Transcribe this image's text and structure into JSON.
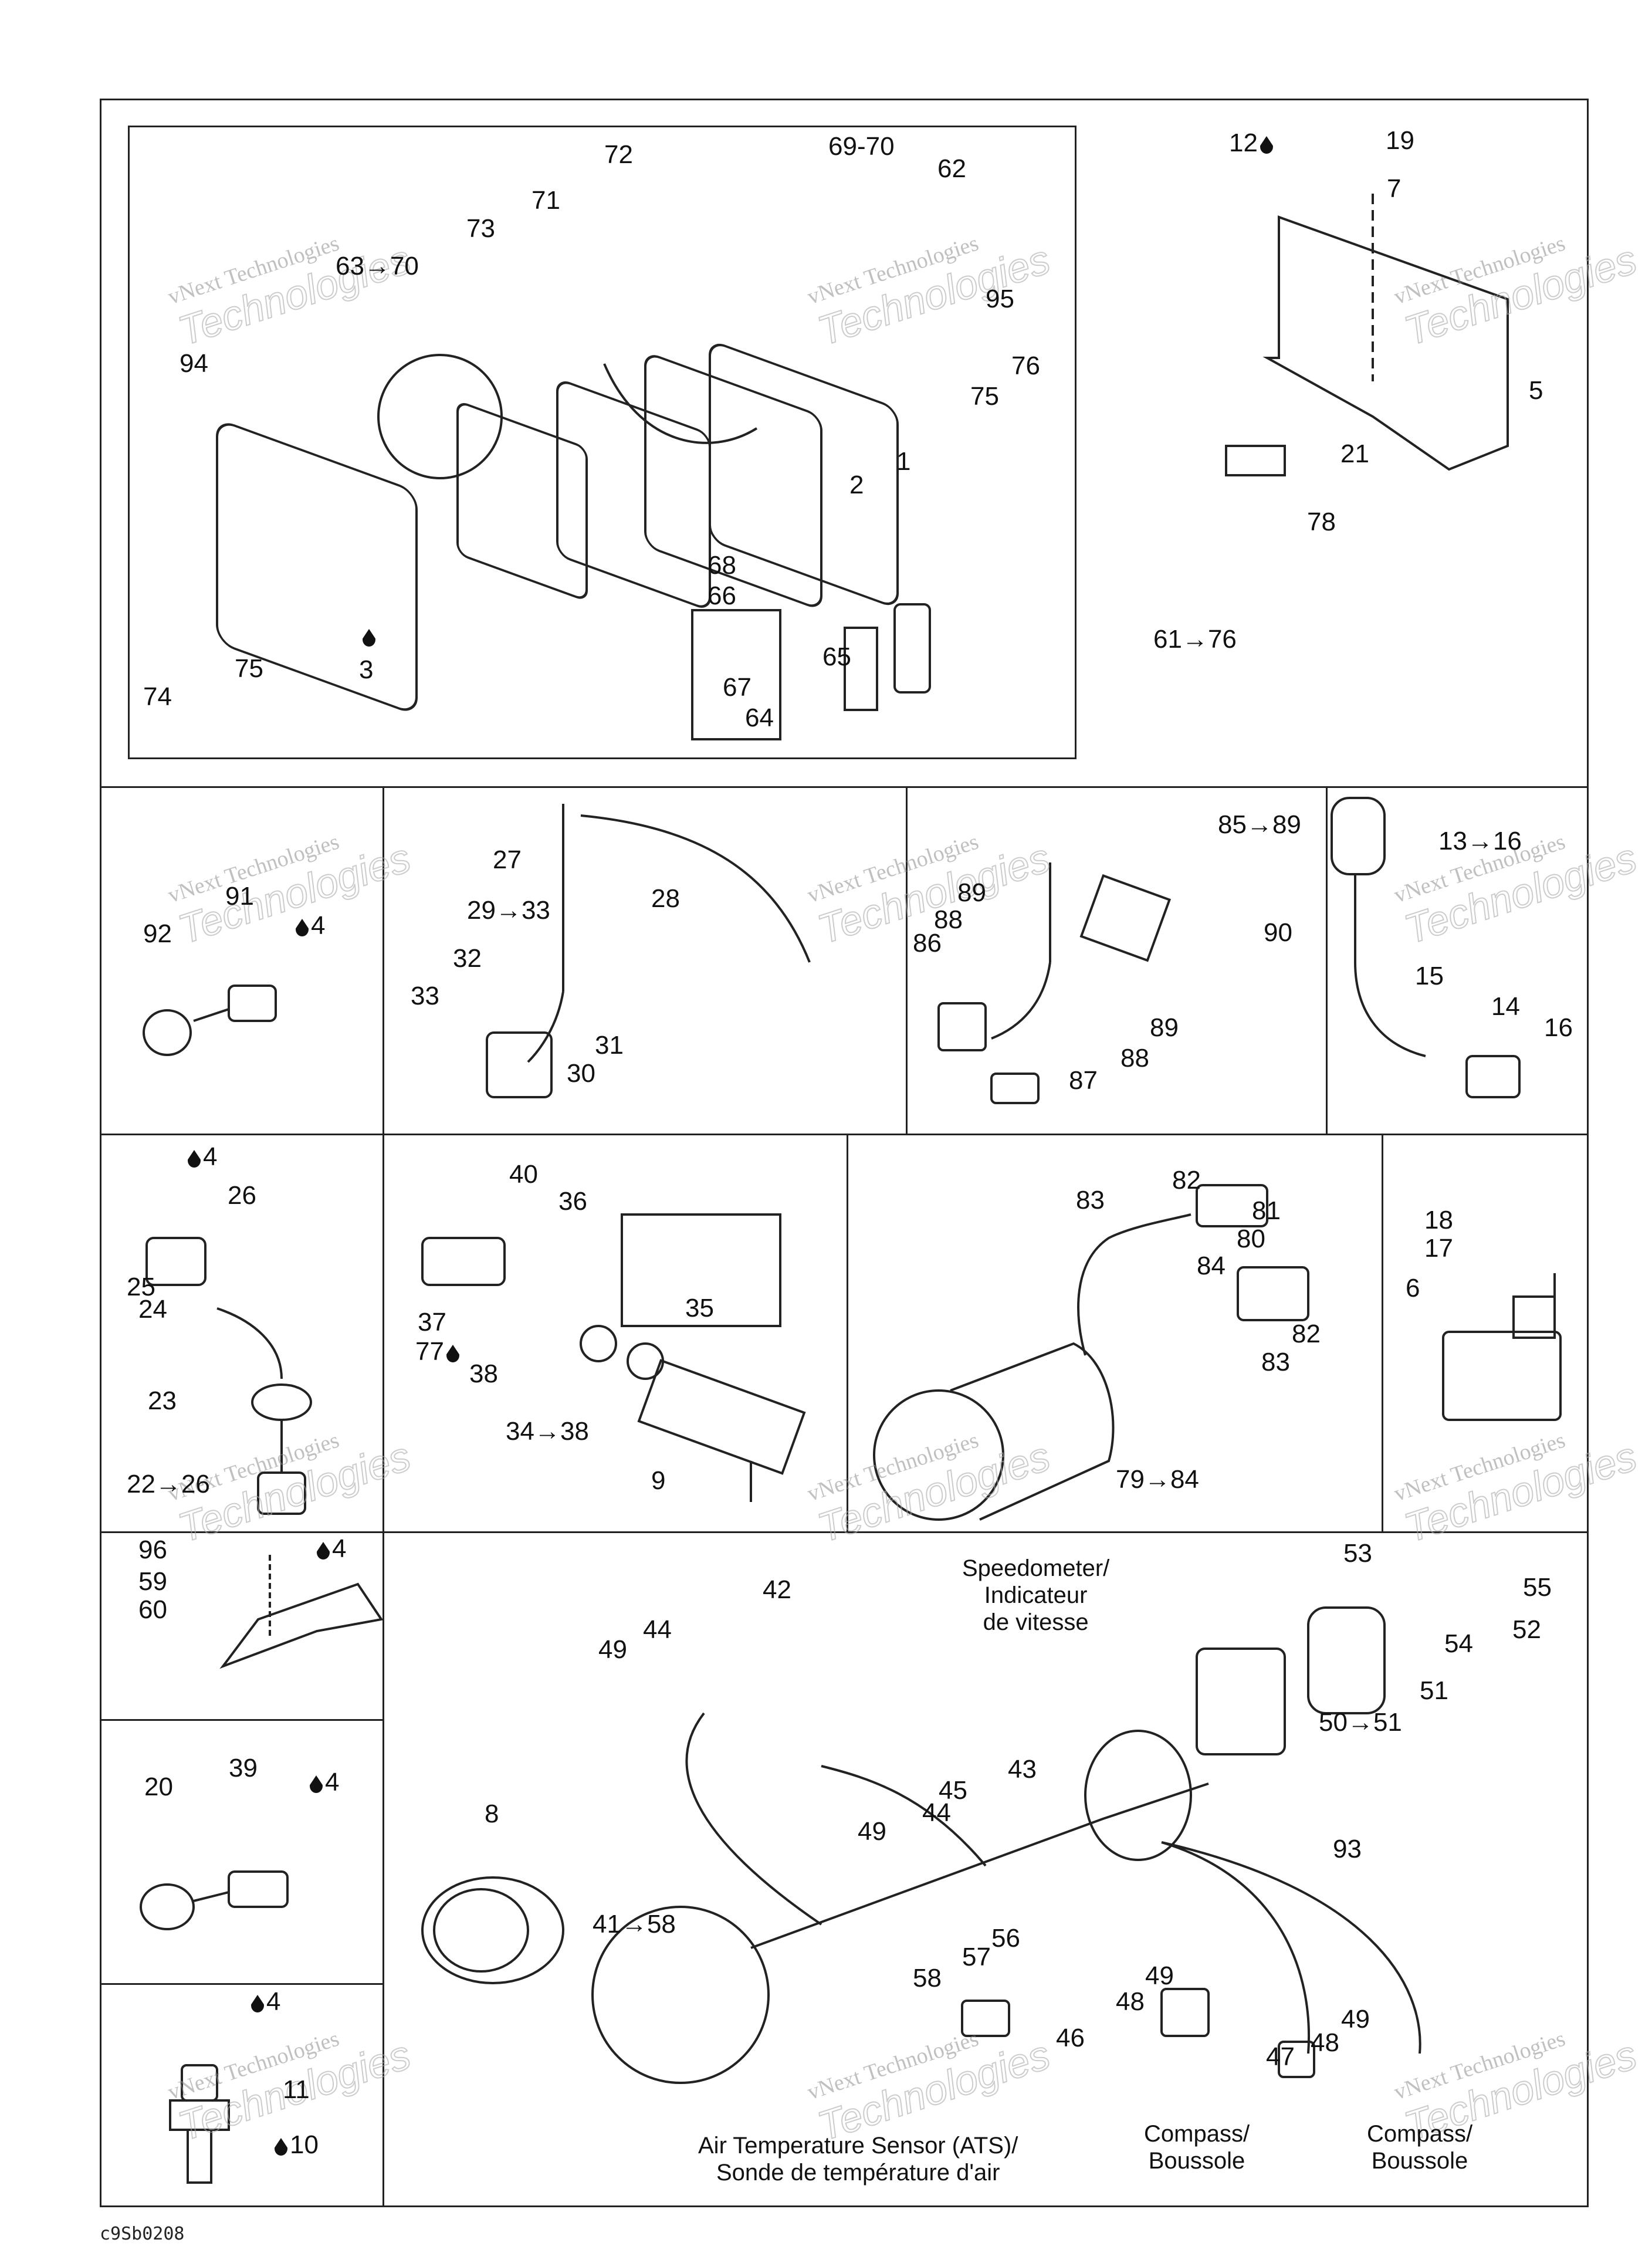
{
  "document": {
    "type": "exploded-parts-diagram",
    "footer_code": "c9Sb0208",
    "watermark": {
      "line1": "vNext Technologies",
      "line2": "Technologies"
    }
  },
  "panels": {
    "main_module": {
      "labels": [
        "72",
        "69-70",
        "62",
        "71",
        "73",
        "63→70",
        "95",
        "76",
        "75",
        "94",
        "1",
        "2",
        "68",
        "66",
        "3",
        "65",
        "67",
        "64",
        "75",
        "74"
      ],
      "group_label": "61→76"
    },
    "bracket": {
      "labels": [
        "12",
        "19",
        "7",
        "5",
        "21",
        "78"
      ],
      "drop_labels": [
        "12"
      ]
    },
    "sensor_91": {
      "labels": [
        "91",
        "92",
        "4"
      ],
      "drop_labels": [
        "4"
      ]
    },
    "cable_27": {
      "labels": [
        "27",
        "28",
        "29→33",
        "32",
        "33",
        "31",
        "30"
      ]
    },
    "harness_85": {
      "labels": [
        "85→89",
        "89",
        "88",
        "86",
        "90",
        "89",
        "88",
        "87"
      ]
    },
    "sensor_13": {
      "labels": [
        "13→16",
        "15",
        "14",
        "16"
      ]
    },
    "sensor_22": {
      "labels": [
        "4",
        "26",
        "25",
        "24",
        "23",
        "22→26"
      ],
      "drop_labels": [
        "4"
      ]
    },
    "sensor_34": {
      "labels": [
        "40",
        "36",
        "35",
        "37",
        "77",
        "38",
        "34→38",
        "9"
      ],
      "drop_labels": [
        "77"
      ]
    },
    "gauge_79": {
      "labels": [
        "82",
        "83",
        "81",
        "80",
        "84",
        "82",
        "83",
        "79→84"
      ]
    },
    "switch_6": {
      "labels": [
        "18",
        "17",
        "6"
      ]
    },
    "bracket_60": {
      "labels": [
        "96",
        "59",
        "60",
        "4"
      ],
      "drop_labels": [
        "4"
      ]
    },
    "sensor_39": {
      "labels": [
        "39",
        "20",
        "4"
      ],
      "drop_labels": [
        "4"
      ]
    },
    "sensor_11": {
      "labels": [
        "4",
        "11",
        "10"
      ],
      "drop_labels": [
        "4",
        "10"
      ]
    },
    "ring_8": {
      "labels": [
        "8"
      ]
    },
    "harness_41": {
      "labels": [
        "42",
        "44",
        "49",
        "43",
        "45",
        "44",
        "49",
        "53",
        "55",
        "52",
        "54",
        "51",
        "50→51",
        "93",
        "41→58",
        "56",
        "57",
        "58",
        "49",
        "48",
        "46",
        "49",
        "48",
        "47"
      ],
      "callouts": {
        "speedometer": "Speedometer/\nIndicateur\nde vitesse",
        "ats": "Air Temperature Sensor (ATS)/\nSonde de température d'air",
        "compass_1": "Compass/\nBoussole",
        "compass_2": "Compass/\nBoussole"
      }
    }
  }
}
